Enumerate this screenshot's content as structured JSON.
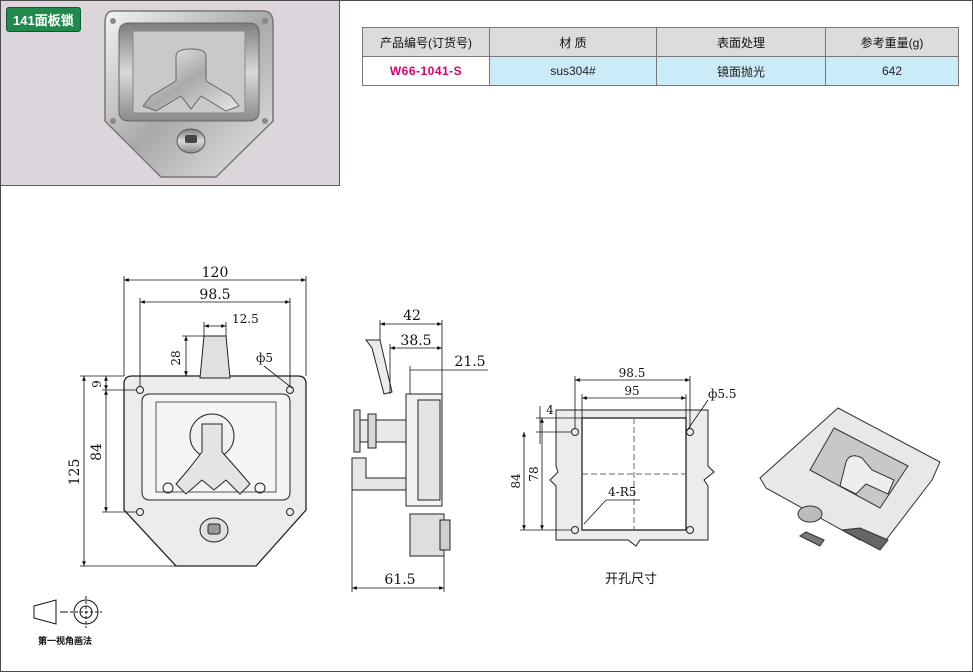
{
  "badge": "141面板锁",
  "table": {
    "headers": [
      "产品编号(订货号)",
      "材  质",
      "表面处理",
      "参考重量(g)"
    ],
    "row": [
      "W66-1041-S",
      "sus304#",
      "镜面抛光",
      "642"
    ]
  },
  "front_view": {
    "dims": {
      "width_overall": "120",
      "width_holes": "98.5",
      "handle_width": "12.5",
      "handle_height": "28",
      "hole_offset": "9",
      "hole_spacing": "84",
      "height_overall": "125",
      "hole_dia": "ф5"
    }
  },
  "side_view": {
    "dims": {
      "d1": "42",
      "d2": "38.5",
      "d3": "21.5",
      "d4": "61.5"
    }
  },
  "cutout_view": {
    "dims": {
      "w_outer": "98.5",
      "w_inner": "95",
      "hole_dia": "ф5.5",
      "offset": "4",
      "h_outer": "84",
      "h_inner": "78",
      "radius": "4-R5"
    },
    "caption": "开孔尺寸"
  },
  "projection_label": "第一视角画法"
}
